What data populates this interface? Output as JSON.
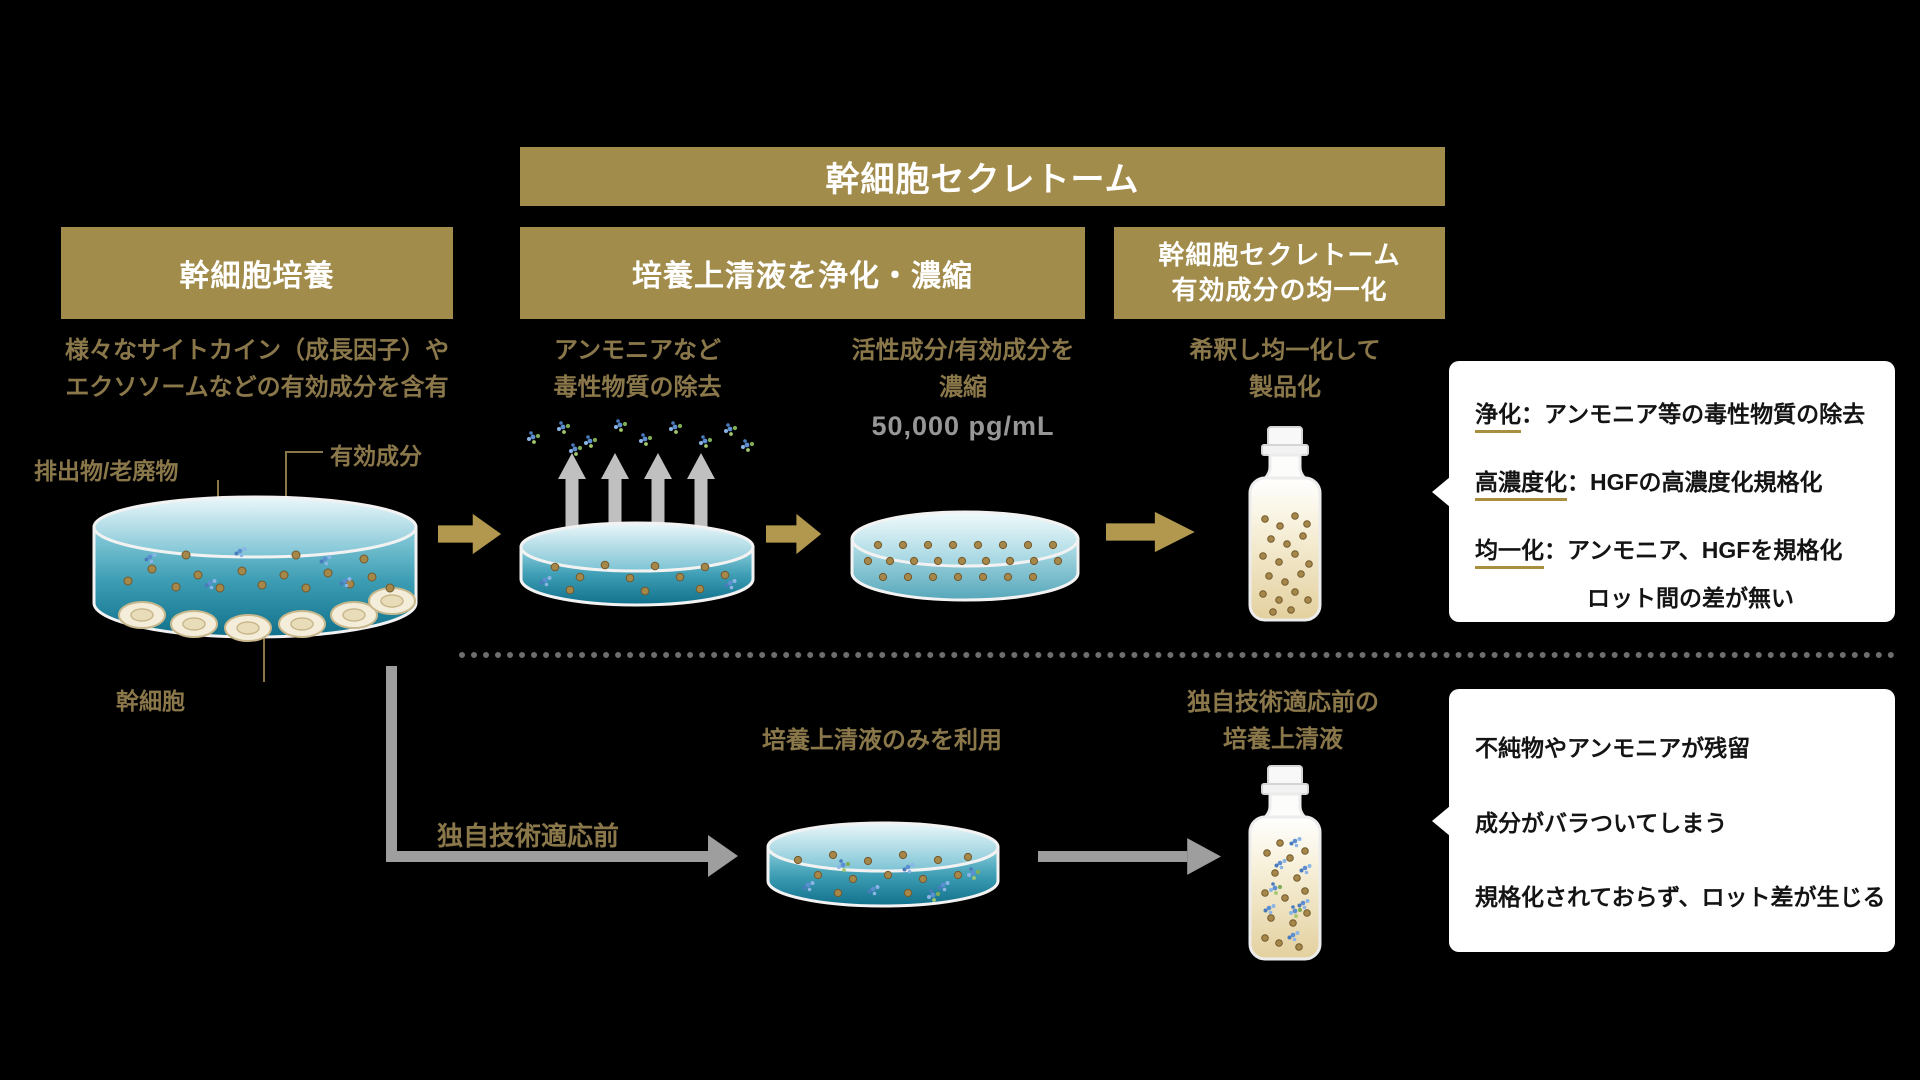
{
  "colors": {
    "background": "#000000",
    "header_gold": "#a28c4b",
    "tan_text": "#8a774a",
    "arrow_gold": "#b2984e",
    "gray": "#9e9e9e",
    "underline_gold": "#a98e3f",
    "info_box_bg": "#ffffff",
    "dish_teal": "#3b9cb3"
  },
  "header": {
    "top_band": "幹細胞セクレトーム",
    "step1": "幹細胞培養",
    "step2": "培養上清液を浄化・濃縮",
    "step3_line1": "幹細胞セクレトーム",
    "step3_line2": "有効成分の均一化"
  },
  "top_flow": {
    "culture_caption_line1": "様々なサイトカイン（成長因子）や",
    "culture_caption_line2": "エクソソームなどの有効成分を含有",
    "label_waste": "排出物/老廃物",
    "label_active": "有効成分",
    "label_stem_cell": "幹細胞",
    "purify_caption_line1": "アンモニアなど",
    "purify_caption_line2": "毒性物質の除去",
    "concentrate_caption_line1": "活性成分/有効成分を",
    "concentrate_caption_line2": "濃縮",
    "concentrate_value": "50,000 pg/mL",
    "product_caption_line1": "希釈し均一化して",
    "product_caption_line2": "製品化"
  },
  "top_info_box": {
    "line1_term": "浄化",
    "line1_rest": "：アンモニア等の毒性物質の除去",
    "line2_term": "高濃度化",
    "line2_rest": "：HGFの高濃度化規格化",
    "line3_term": "均一化",
    "line3_rest": "：アンモニア、HGFを規格化",
    "line4": "ロット間の差が無い"
  },
  "bottom_flow": {
    "pre_tech_label": "独自技術適応前",
    "supernatant_only_caption": "培養上清液のみを利用",
    "pre_supernatant_line1": "独自技術適応前の",
    "pre_supernatant_line2": "培養上清液"
  },
  "bottom_info_box": {
    "line1": "不純物やアンモニアが残留",
    "line2": "成分がバラついてしまう",
    "line3": "規格化されておらず、ロット差が生じる"
  }
}
